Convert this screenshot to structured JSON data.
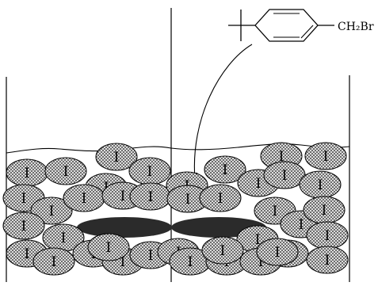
{
  "diagram": {
    "reagent": {
      "group_label": "CH₂Br",
      "structure": "4-tert-butylbenzyl bromide"
    },
    "particle_label": "I",
    "colors": {
      "line": "#000000",
      "particle_fill": "#9a9a9a",
      "lamella_fill": "#2b2b2b",
      "background": "#ffffff"
    }
  }
}
